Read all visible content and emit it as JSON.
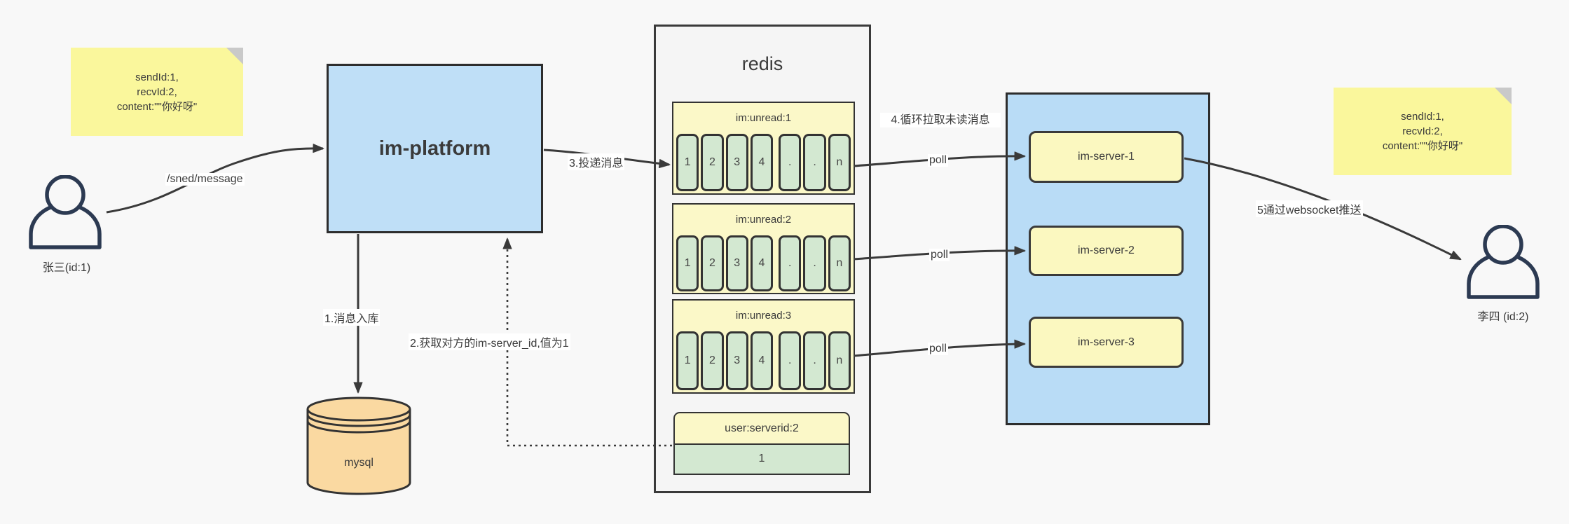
{
  "colors": {
    "background": "#f8f8f8",
    "note_fill": "#faf79c",
    "note_fold": "#c9c9c9",
    "platform_fill": "#bfdff7",
    "container_fill": "#b9dcf6",
    "server_fill": "#fbf8c0",
    "queue_fill": "#fbf8c8",
    "cell_fill": "#d3e8d1",
    "mysql_fill": "#fad9a1",
    "redis_fill": "#f5f5f5",
    "stroke": "#3a3a3a",
    "person": "#2c3a52"
  },
  "notes": {
    "left": {
      "lines": [
        "sendId:1,",
        "recvId:2,",
        "content:\"\"你好呀\""
      ]
    },
    "right": {
      "lines": [
        "sendId:1,",
        "recvId:2,",
        "content:\"\"你好呀\""
      ]
    }
  },
  "actors": {
    "sender": {
      "label": "张三(id:1)"
    },
    "receiver": {
      "label": "李四 (id:2)"
    }
  },
  "platform": {
    "label": "im-platform"
  },
  "database": {
    "label": "mysql"
  },
  "redis": {
    "title": "redis",
    "queues": [
      {
        "name": "im:unread:1",
        "cells": [
          "1",
          "2",
          "3",
          "4",
          ".",
          ".",
          "n"
        ]
      },
      {
        "name": "im:unread:2",
        "cells": [
          "1",
          "2",
          "3",
          "4",
          ".",
          ".",
          "n"
        ]
      },
      {
        "name": "im:unread:3",
        "cells": [
          "1",
          "2",
          "3",
          "4",
          ".",
          ".",
          "n"
        ]
      }
    ],
    "kv": {
      "key": "user:serverid:2",
      "value": "1"
    }
  },
  "servers": [
    {
      "label": "im-server-1"
    },
    {
      "label": "im-server-2"
    },
    {
      "label": "im-server-3"
    }
  ],
  "edges": {
    "send_label": "/sned/message",
    "step1_label": "1.消息入库",
    "step2_label": "2.获取对方的im-server_id,值为1",
    "step3_label": "3.投递消息",
    "step4_label": "4.循环拉取未读消息",
    "step5_label": "5通过websocket推送",
    "poll1_label": "poll",
    "poll2_label": "poll",
    "poll3_label": "poll"
  }
}
